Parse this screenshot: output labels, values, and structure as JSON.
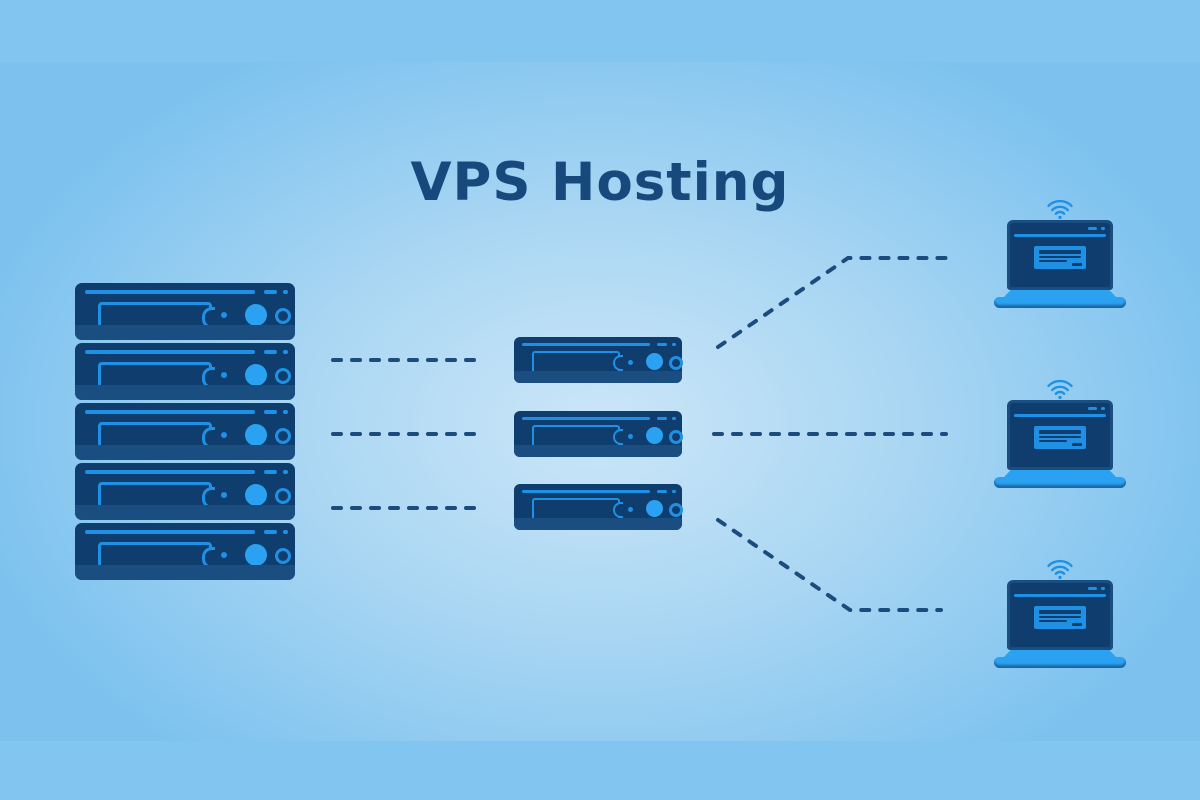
{
  "title": "VPS Hosting",
  "colors": {
    "accent": "#2090e4",
    "accentBright": "#2ba1f2",
    "panel": "#0e3d6e",
    "panelLight": "#1b4e80",
    "connector": "#1c4b7d",
    "titleColor": "#17497c",
    "bgBand": "#82c5f1"
  },
  "icons": {
    "wifi": "wifi-icon"
  },
  "diagram": {
    "rack": {
      "description": "physical server rack",
      "unit_count": 5
    },
    "virtual_servers": {
      "description": "virtual private servers",
      "count": 3
    },
    "clients": {
      "description": "client laptops with wifi",
      "count": 3
    }
  }
}
